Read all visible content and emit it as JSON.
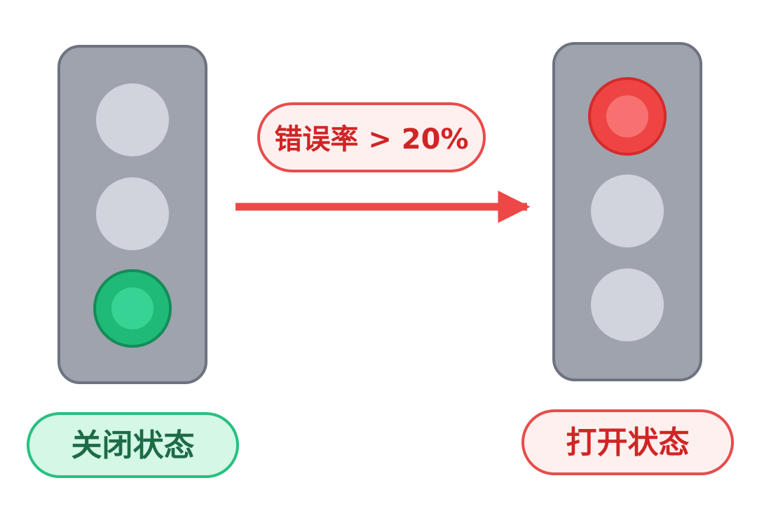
{
  "closed_state": {
    "label": "关闭状态",
    "active_light": "green"
  },
  "open_state": {
    "label": "打开状态",
    "active_light": "red"
  },
  "transition": {
    "condition_label": "错误率 > 20%",
    "direction": "closed-to-open"
  },
  "colors": {
    "light_body": "#9ea3ae",
    "light_body_border": "#6e7380",
    "light_off": "#d1d4dd",
    "green_outer": "#1fba78",
    "green_border": "#148c58",
    "green_inner": "#36d394",
    "red_outer": "#ef4444",
    "red_border": "#d42b2b",
    "red_inner": "#f87171",
    "arrow": "#ee4747",
    "closed_pill_fill": "#d4f7e6",
    "closed_pill_border": "#27c081",
    "closed_pill_text": "#1d6b46",
    "open_pill_fill": "#fff0f0",
    "open_pill_border": "#e84c4c",
    "open_pill_text": "#d02525"
  }
}
